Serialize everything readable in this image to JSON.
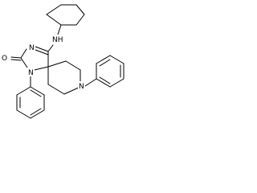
{
  "image_type": "chemical-structure-diagram",
  "structure": {
    "labels": {
      "nh_label": "NH",
      "imine_n_label": "N",
      "oxygen_label": "O",
      "amide_n_label": "N",
      "piperidine_n_label": "N"
    },
    "colors": {
      "bond": "#000000",
      "text": "#000000",
      "background": "#ffffff"
    }
  }
}
